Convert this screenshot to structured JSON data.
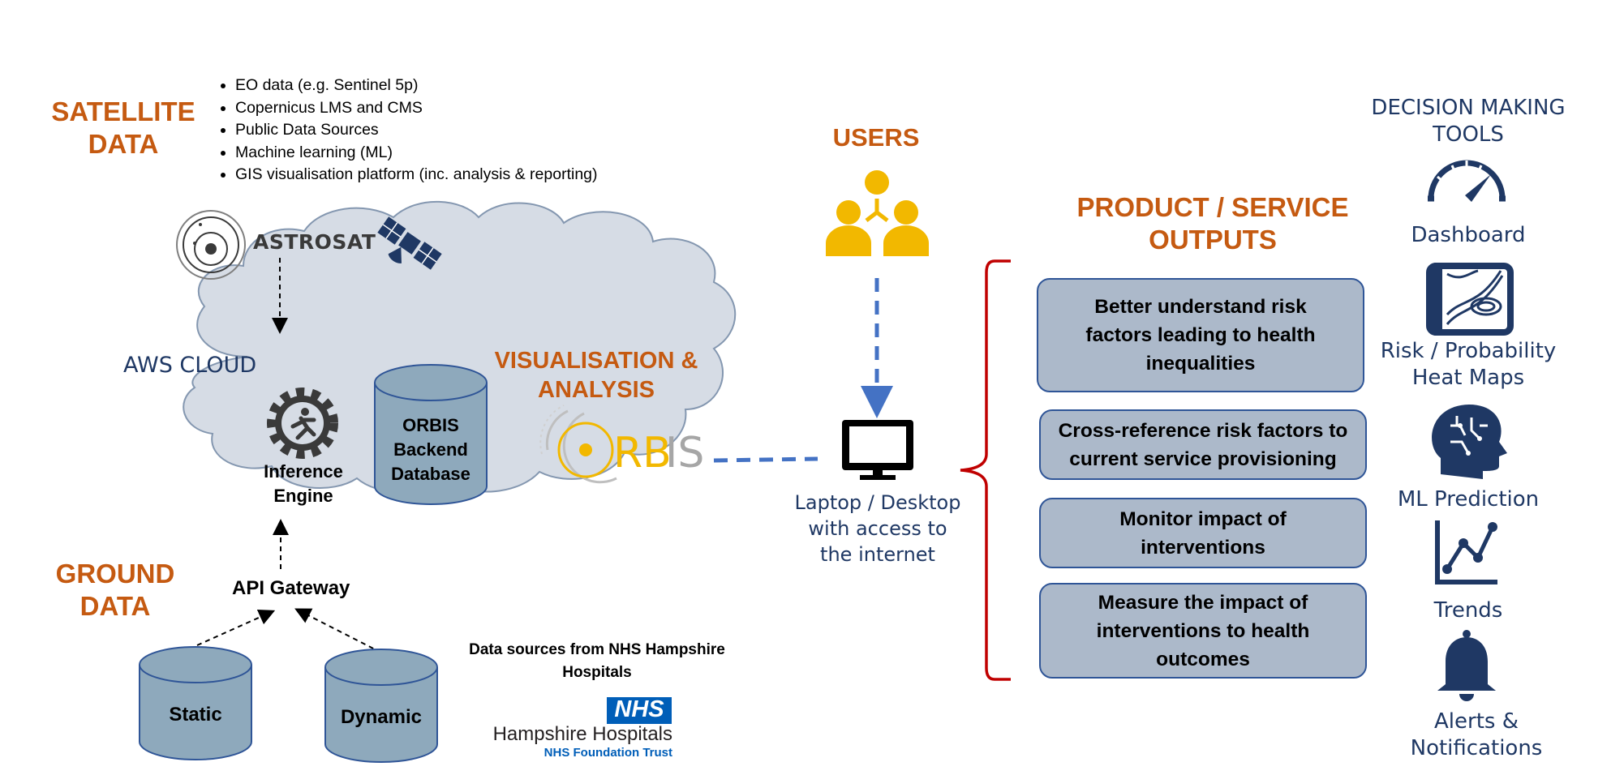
{
  "satellite": {
    "title_line1": "SATELLITE",
    "title_line2": "DATA",
    "bullets": [
      "EO data (e.g. Sentinel 5p)",
      "Copernicus LMS and CMS",
      "Public Data Sources",
      "Machine learning (ML)",
      "GIS visualisation platform (inc. analysis & reporting)"
    ],
    "astrosat_logo_text": "ASTROSAT"
  },
  "cloud": {
    "label": "AWS CLOUD",
    "inference_line1": "Inference",
    "inference_line2": "Engine",
    "database_line1": "ORBIS",
    "database_line2": "Backend",
    "database_line3": "Database",
    "vis_line1": "VISUALISATION &",
    "vis_line2": "ANALYSIS",
    "orbis_logo_text": "ORBIS"
  },
  "ground": {
    "title_line1": "GROUND",
    "title_line2": "DATA",
    "api_gateway": "API Gateway",
    "static_label": "Static",
    "dynamic_label": "Dynamic",
    "sources_line1": "Data sources from NHS Hampshire",
    "sources_line2": "Hospitals",
    "nhs_logo_text": "NHS",
    "nhs_name": "Hampshire Hospitals",
    "nhs_trust": "NHS Foundation Trust"
  },
  "users": {
    "title": "USERS",
    "device_line1": "Laptop / Desktop",
    "device_line2": "with access to",
    "device_line3": "the internet"
  },
  "outputs": {
    "title_line1": "PRODUCT / SERVICE",
    "title_line2": "OUTPUTS",
    "boxes": [
      {
        "lines": [
          "Better understand risk",
          "factors leading to health",
          "inequalities"
        ]
      },
      {
        "lines": [
          "Cross-reference risk factors to",
          "current service provisioning"
        ]
      },
      {
        "lines": [
          "Monitor impact of",
          "interventions"
        ]
      },
      {
        "lines": [
          "Measure the impact of",
          "interventions to health",
          "outcomes"
        ]
      }
    ]
  },
  "tools": {
    "title_line1": "DECISION MAKING",
    "title_line2": "TOOLS",
    "items": [
      {
        "lines": [
          "Dashboard"
        ],
        "icon": "gauge-icon"
      },
      {
        "lines": [
          "Risk / Probability",
          "Heat Maps"
        ],
        "icon": "heat-map-icon"
      },
      {
        "lines": [
          "ML Prediction"
        ],
        "icon": "brain-head-icon"
      },
      {
        "lines": [
          "Trends"
        ],
        "icon": "line-chart-icon"
      },
      {
        "lines": [
          "Alerts &",
          "Notifications"
        ],
        "icon": "bell-icon"
      }
    ]
  },
  "colors": {
    "heading_orange": "#C55A11",
    "navy_text": "#1F3864",
    "cloud_fill": "#D6DCE5",
    "cylinder_fill": "#8EA9BC",
    "box_fill": "#ACB9CA",
    "box_border": "#2F5597",
    "users_yellow": "#F2B800",
    "dashed_blue": "#4472C4",
    "bracket_red": "#C00000",
    "nhs_blue": "#005EB8"
  }
}
